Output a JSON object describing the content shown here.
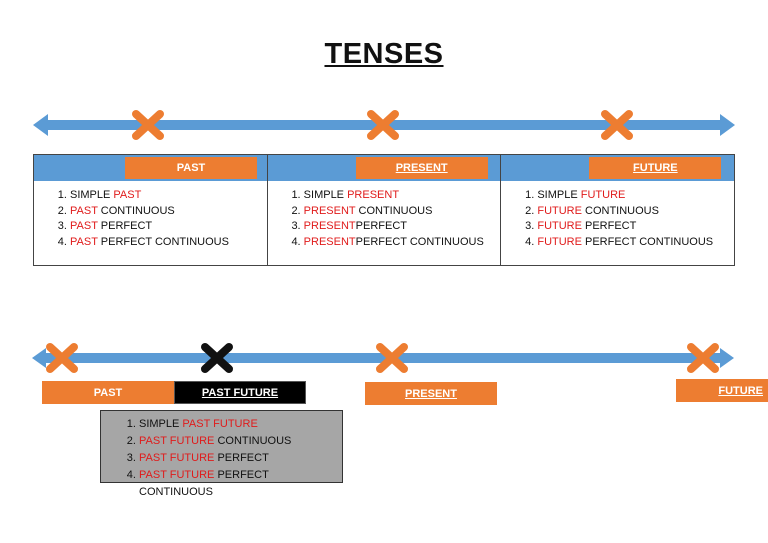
{
  "title": "TENSES",
  "timeline_top": {
    "labels": [
      "PAST",
      "PRESENT",
      "FUTURE"
    ]
  },
  "past": {
    "items": [
      {
        "pre": "SIMPLE ",
        "hl": "PAST",
        "post": ""
      },
      {
        "pre": "",
        "hl": "PAST",
        "post": " CONTINUOUS"
      },
      {
        "pre": "",
        "hl": "PAST",
        "post": " PERFECT"
      },
      {
        "pre": "",
        "hl": "PAST",
        "post": " PERFECT CONTINUOUS"
      }
    ]
  },
  "present": {
    "items": [
      {
        "pre": "SIMPLE ",
        "hl": "PRESENT",
        "post": ""
      },
      {
        "pre": "",
        "hl": "PRESENT",
        "post": " CONTINUOUS"
      },
      {
        "pre": "",
        "hl": "PRESENT",
        "post": "PERFECT"
      },
      {
        "pre": "",
        "hl": "PRESENT",
        "post": "PERFECT CONTINUOUS"
      }
    ]
  },
  "future": {
    "items": [
      {
        "pre": "SIMPLE ",
        "hl": "FUTURE",
        "post": ""
      },
      {
        "pre": "",
        "hl": "FUTURE",
        "post": " CONTINUOUS"
      },
      {
        "pre": "",
        "hl": "FUTURE",
        "post": " PERFECT"
      },
      {
        "pre": "",
        "hl": "FUTURE",
        "post": " PERFECT CONTINUOUS"
      }
    ]
  },
  "timeline_bottom": {
    "labels": [
      "PAST",
      "PAST FUTURE",
      "PRESENT",
      "FUTURE"
    ]
  },
  "past_future": {
    "items": [
      {
        "pre": "SIMPLE ",
        "hl": "PAST FUTURE",
        "post": ""
      },
      {
        "pre": "",
        "hl": "PAST FUTURE",
        "post": " CONTINUOUS"
      },
      {
        "pre": "",
        "hl": "PAST FUTURE",
        "post": " PERFECT"
      },
      {
        "pre": "",
        "hl": "PAST FUTURE",
        "post": " PERFECT CONTINUOUS"
      }
    ]
  },
  "colors": {
    "timeline_blue": "#5b9bd5",
    "tag_orange": "#ed7d31",
    "highlight_red": "#e01b1b",
    "box_gray": "#a6a6a6"
  }
}
